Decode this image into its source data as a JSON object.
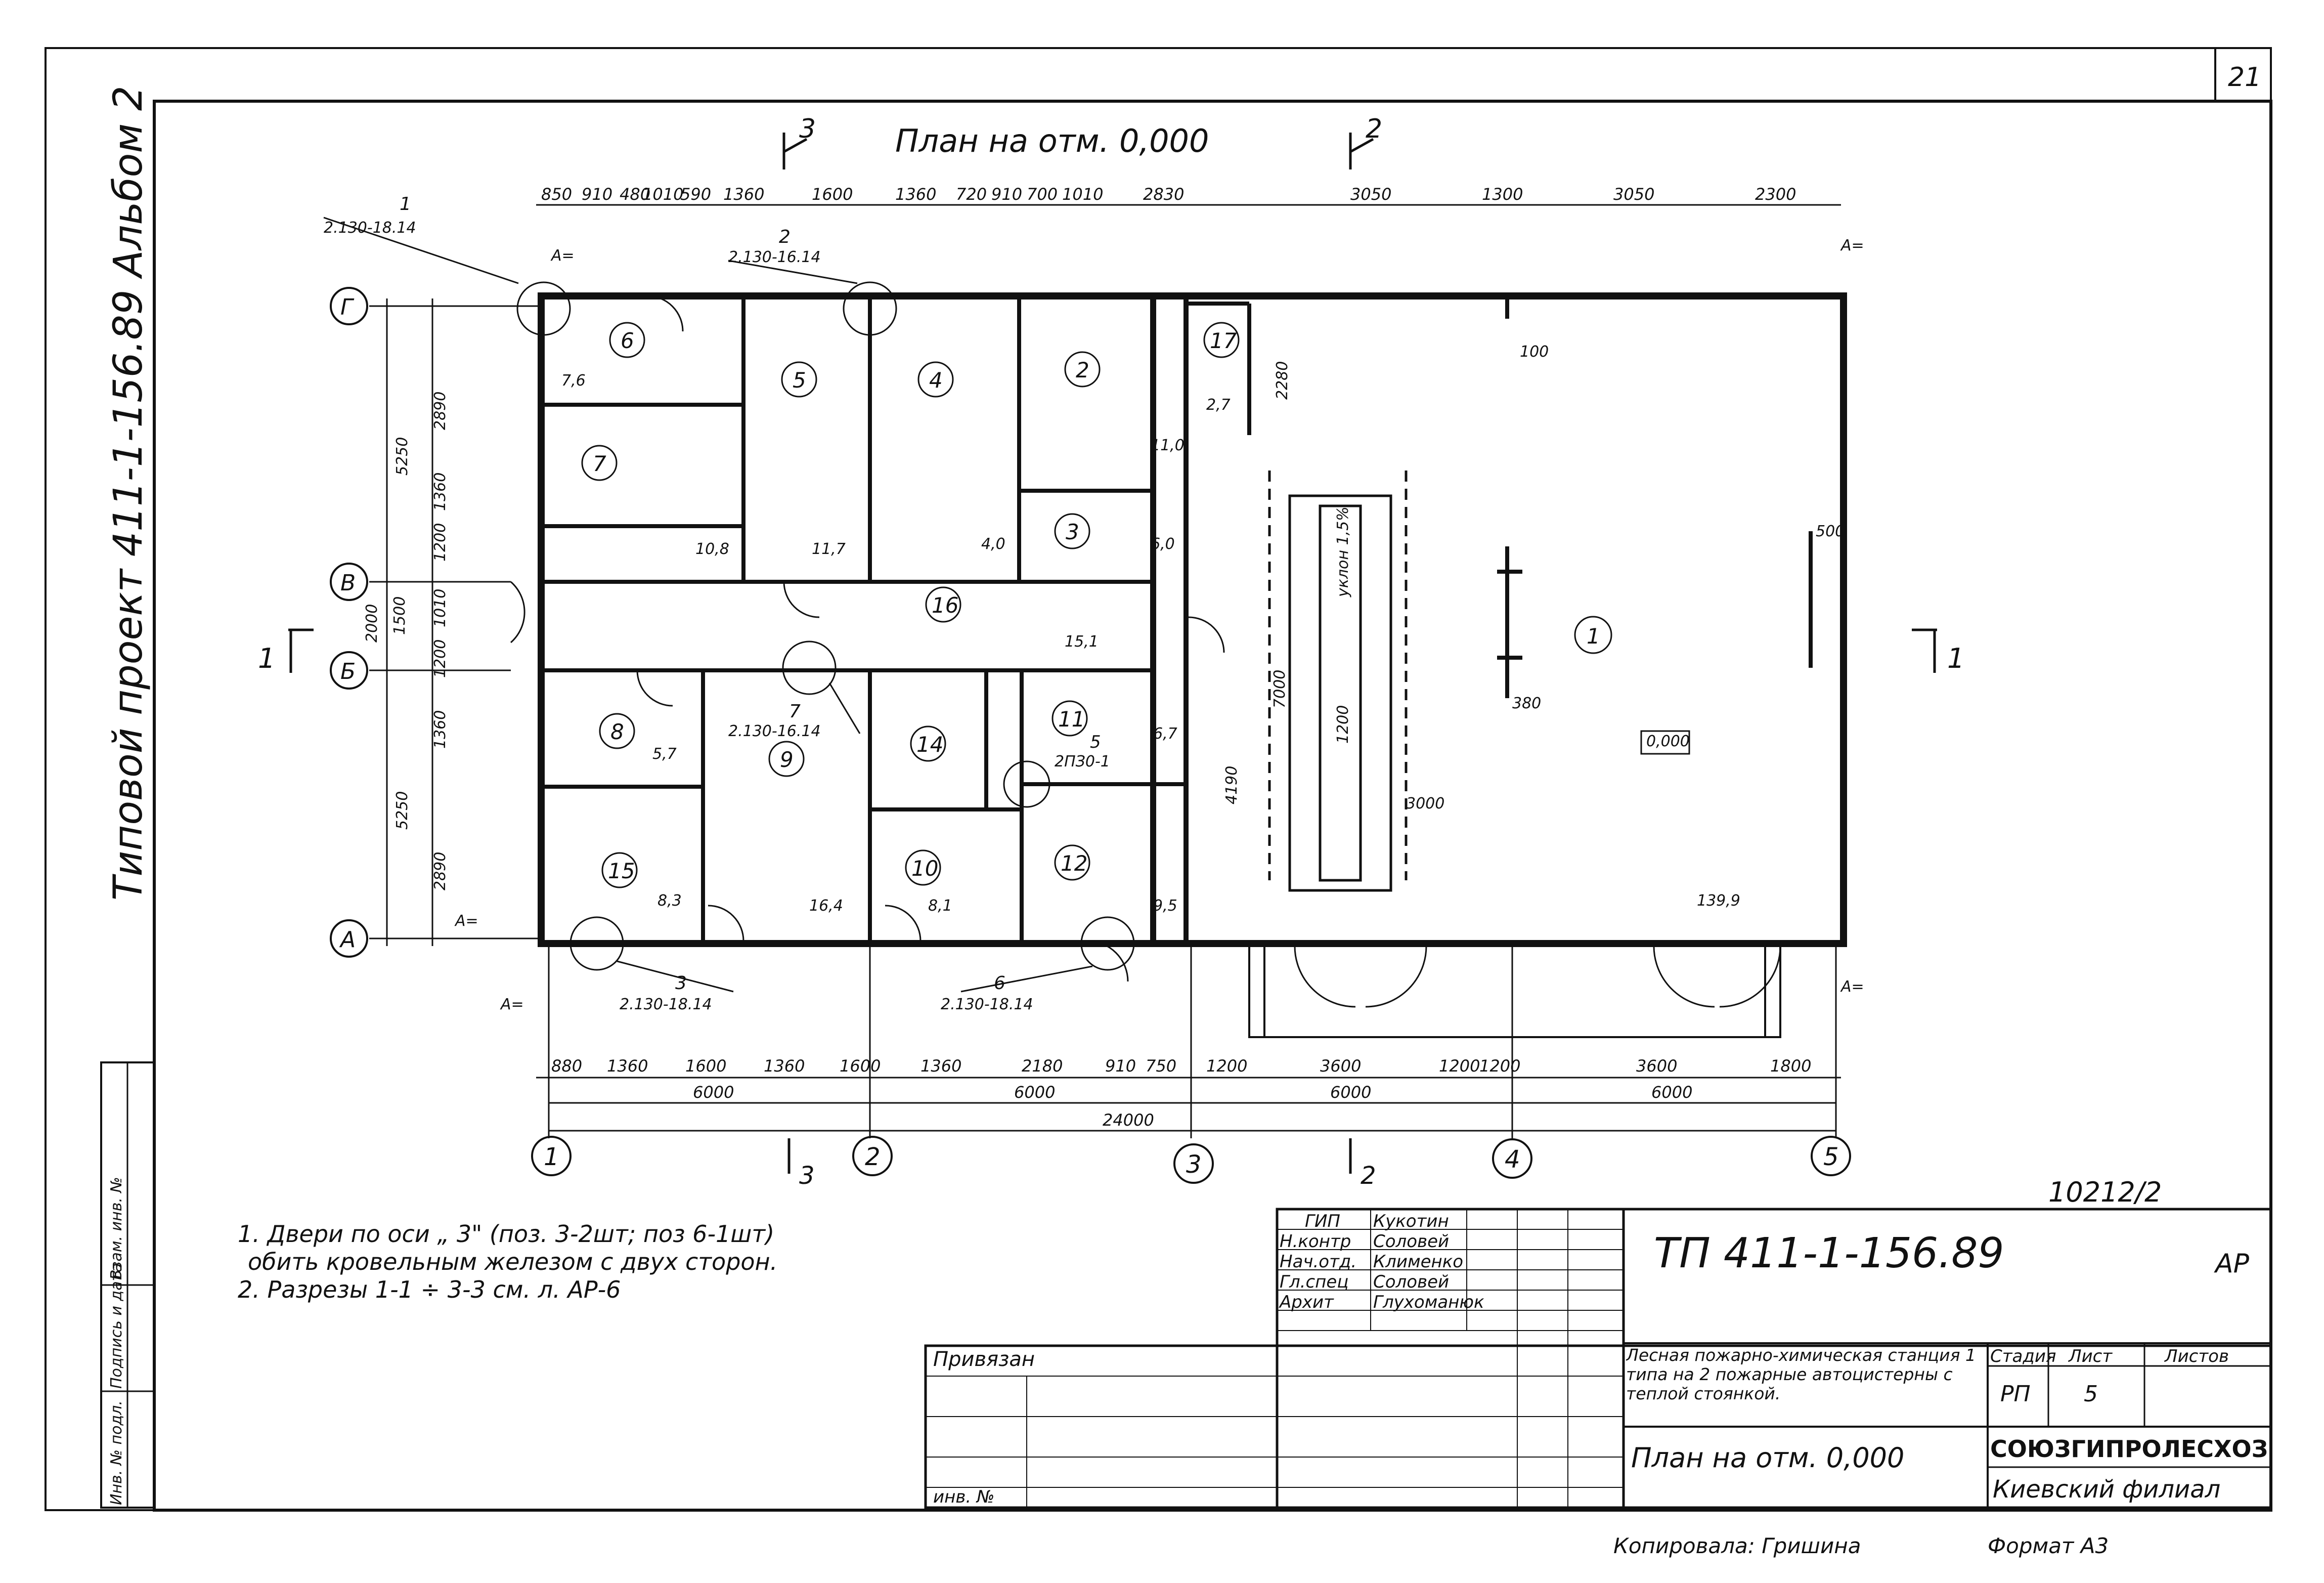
{
  "sheet": {
    "number": "21",
    "side_label": "Типовой проект 411-1-156.89 Альбом 2",
    "title": "План на отм. 0,000",
    "section_marks": [
      "3",
      "2"
    ],
    "section_left": "1",
    "section_right": "1",
    "dim_tag": "A="
  },
  "axes": {
    "columns": [
      "1",
      "2",
      "3",
      "4",
      "5"
    ],
    "rows": [
      "Г",
      "В",
      "Б",
      "А"
    ]
  },
  "dims_top": [
    "850",
    "910",
    "480",
    "1010",
    "590",
    "1360",
    "1600",
    "1360",
    "720",
    "910",
    "700",
    "1010",
    "2830",
    "3050",
    "1300",
    "3050",
    "2300"
  ],
  "dims_bottom": [
    "880",
    "1360",
    "1600",
    "1360",
    "1600",
    "1360",
    "2180",
    "910",
    "750",
    "1200",
    "3600",
    "1200",
    "1200",
    "3600",
    "1800"
  ],
  "dims_spans": [
    "6000",
    "6000",
    "6000",
    "6000"
  ],
  "dims_total": "24000",
  "dims_left_outer": [
    "5250",
    "2000",
    "5250"
  ],
  "dims_left_inner": [
    "2890",
    "1360",
    "1200",
    "1010",
    "1500",
    "1200",
    "1360",
    "2890"
  ],
  "rooms": [
    {
      "num": "6",
      "area": "7,6"
    },
    {
      "num": "7",
      "area": "10,8"
    },
    {
      "num": "5",
      "area": "11,7"
    },
    {
      "num": "4",
      "area": "4,0"
    },
    {
      "num": "2",
      "area": "11,0"
    },
    {
      "num": "3",
      "area": "6,0"
    },
    {
      "num": "17",
      "area": "2,7"
    },
    {
      "num": "16",
      "area": "15,1"
    },
    {
      "num": "8",
      "area": "5,7"
    },
    {
      "num": "9",
      "area": "16,4"
    },
    {
      "num": "14",
      "area": ""
    },
    {
      "num": "11",
      "area": "6,7"
    },
    {
      "num": "15",
      "area": "8,3"
    },
    {
      "num": "10",
      "area": "8,1"
    },
    {
      "num": "12",
      "area": "9,5"
    },
    {
      "num": "1",
      "area": "139,9"
    }
  ],
  "marks": {
    "level": "0,000",
    "slope": "уклон 1,5%",
    "grate": "1200",
    "bay_dim": "3000",
    "col_dim": "100",
    "col_dim2": "380",
    "dim_500": "500",
    "dim_4190": "4190",
    "dim_7000": "7000",
    "dim_2280": "2280"
  },
  "callouts": [
    {
      "num": "1",
      "ref": "2.130-18.14"
    },
    {
      "num": "2",
      "ref": "2.130-16.14"
    },
    {
      "num": "7",
      "ref": "2.130-16.14"
    },
    {
      "num": "5",
      "ref": "2ПЗ0-1"
    },
    {
      "num": "3",
      "ref": "2.130-18.14"
    },
    {
      "num": "6",
      "ref": "2.130-18.14"
    }
  ],
  "notes": [
    "1. Двери по оси „ 3\" (поз. 3-2шт; поз 6-1шт)",
    "обить кровельным железом с двух сторон.",
    "2. Разрезы 1-1 ÷ 3-3 см. л. АР-6"
  ],
  "stamp_left": [
    "Инв. № подл.",
    "Подпись и дата",
    "Взам. инв. №"
  ],
  "title_block": {
    "inv_no": "10212/2",
    "code": "ТП 411-1-156.89",
    "mark": "АР",
    "roles": [
      {
        "role": "ГИП",
        "name": "Кукотин"
      },
      {
        "role": "Н.контр",
        "name": "Соловей"
      },
      {
        "role": "Нач.отд.",
        "name": "Клименко"
      },
      {
        "role": "Гл.спец",
        "name": "Соловей"
      },
      {
        "role": "Архит",
        "name": "Глухоманюк"
      }
    ],
    "privyazan": "Привязан",
    "inv_label": "инв. №",
    "project_name": "Лесная пожарно-химическая станция 1 типа на 2 пожарные автоцистерны с теплой стоянкой.",
    "sheet_title": "План на отм. 0,000",
    "col_stage": "Стадия",
    "col_sheet": "Лист",
    "col_sheets": "Листов",
    "stage": "РП",
    "sheet": "5",
    "org": "СОЮЗГИПРОЛЕСХОЗ",
    "branch": "Киевский филиал"
  },
  "footer": {
    "copied": "Копировала: Гришина",
    "format": "Формат А3"
  }
}
